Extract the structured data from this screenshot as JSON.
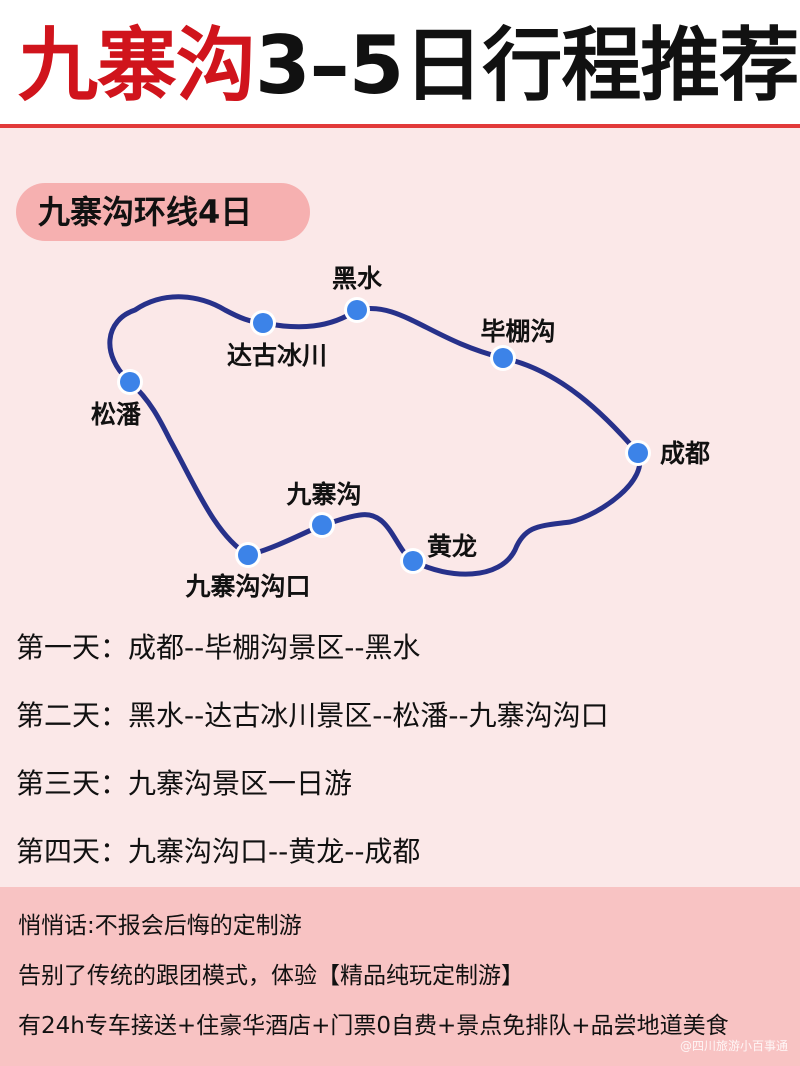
{
  "title": {
    "part1": "九寨沟",
    "part2": "3–5日行程推荐"
  },
  "route_label": "九寨沟环线4日",
  "cities": {
    "heishui": "黑水",
    "dagu": "达古冰川",
    "bipeng": "毕棚沟",
    "songpan": "松潘",
    "chengdu": "成都",
    "jiuzhaigou": "九寨沟",
    "huanglong": "黄龙",
    "goukou": "九寨沟沟口"
  },
  "days": [
    {
      "label": "第一天：",
      "text": "成都--毕棚沟景区--黑水"
    },
    {
      "label": "第二天：",
      "text": "黑水--达古冰川景区--松潘--九寨沟沟口"
    },
    {
      "label": "第三天：",
      "text": "九寨沟景区一日游"
    },
    {
      "label": "第四天：",
      "text": "九寨沟沟口--黄龙--成都"
    }
  ],
  "footer": {
    "line1": "悄悄话:不报会后悔的定制游",
    "line2": "告别了传统的跟团模式，体验【精品纯玩定制游】",
    "line3": "有24h专车接送+住豪华酒店+门票0自费+景点免排队+品尝地道美食",
    "watermark": "@四川旅游小百事通"
  },
  "colors": {
    "title_red": "#d0141c",
    "route_line": "#27318a",
    "node": "#3c83e8",
    "pill": "#f6b0b0"
  }
}
